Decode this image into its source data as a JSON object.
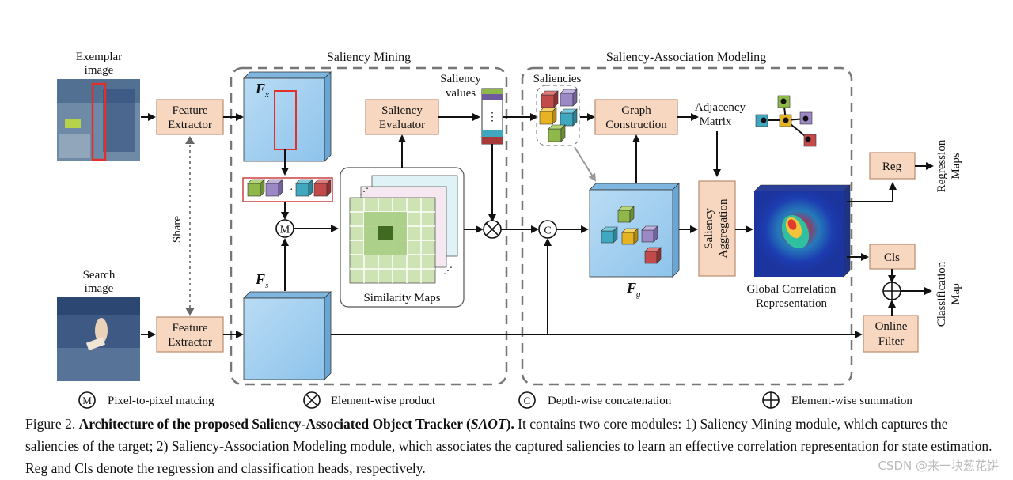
{
  "modules": {
    "saliency_mining": "Saliency Mining",
    "association": "Saliency-Association Modeling"
  },
  "inputs": {
    "exemplar": [
      "Exemplar",
      "image"
    ],
    "search": [
      "Search",
      "image"
    ]
  },
  "blocks": {
    "feature_extractor": [
      "Feature",
      "Extractor"
    ],
    "saliency_evaluator": [
      "Saliency",
      "Evaluator"
    ],
    "graph_construction": [
      "Graph",
      "Construction"
    ],
    "saliency_aggregation": [
      "Saliency",
      "Aggregation"
    ],
    "reg": "Reg",
    "cls": "Cls",
    "online_filter": [
      "Online",
      "Filter"
    ]
  },
  "labels": {
    "share": "Share",
    "fx_main": "F",
    "fx_sub": "x",
    "fs_main": "F",
    "fs_sub": "s",
    "fg_main": "F",
    "fg_sub": "g",
    "saliency_values": [
      "Saliency",
      "values"
    ],
    "saliencies": "Saliencies",
    "adjacency_matrix": [
      "Adjacency",
      "Matrix"
    ],
    "similarity_maps": "Similarity Maps",
    "global_corr": [
      "Global Correlation",
      "Representation"
    ],
    "regression_maps": [
      "Regression",
      "Maps"
    ],
    "classification_map": [
      "Classification",
      "Map"
    ],
    "op_m": "M",
    "op_c": "C",
    "vdots": "⋮"
  },
  "legend": [
    {
      "symbol": "M",
      "text": "Pixel-to-pixel matcing"
    },
    {
      "symbol": "⊗",
      "text": "Element-wise product"
    },
    {
      "symbol": "C",
      "text": "Depth-wise concatenation"
    },
    {
      "symbol": "⊕",
      "text": "Element-wise summation"
    }
  ],
  "caption": {
    "lead": "Figure 2. ",
    "bold_title": "Architecture of the proposed Saliency-Associated Object Tracker (",
    "bold_italic": "SAOT",
    "bold_end": ").",
    "text": " It contains two core modules: 1) Saliency Mining module, which captures the saliencies of the target; 2) Saliency-Association Modeling module, which associates the captured saliencies to learn an effective correlation representation for state estimation. Reg and Cls denote the regression and classification heads, respectively."
  },
  "watermark": "CSDN @来一块葱花饼",
  "colors": {
    "block_fill": "#f7d7c0",
    "feature_map": "#a9d2f0",
    "green_cube": "#8fb84a",
    "purple_cube": "#9b88c4",
    "teal_cube": "#3fa8c0",
    "red_cube": "#c24a4a",
    "yellow_cube": "#e6b422"
  }
}
